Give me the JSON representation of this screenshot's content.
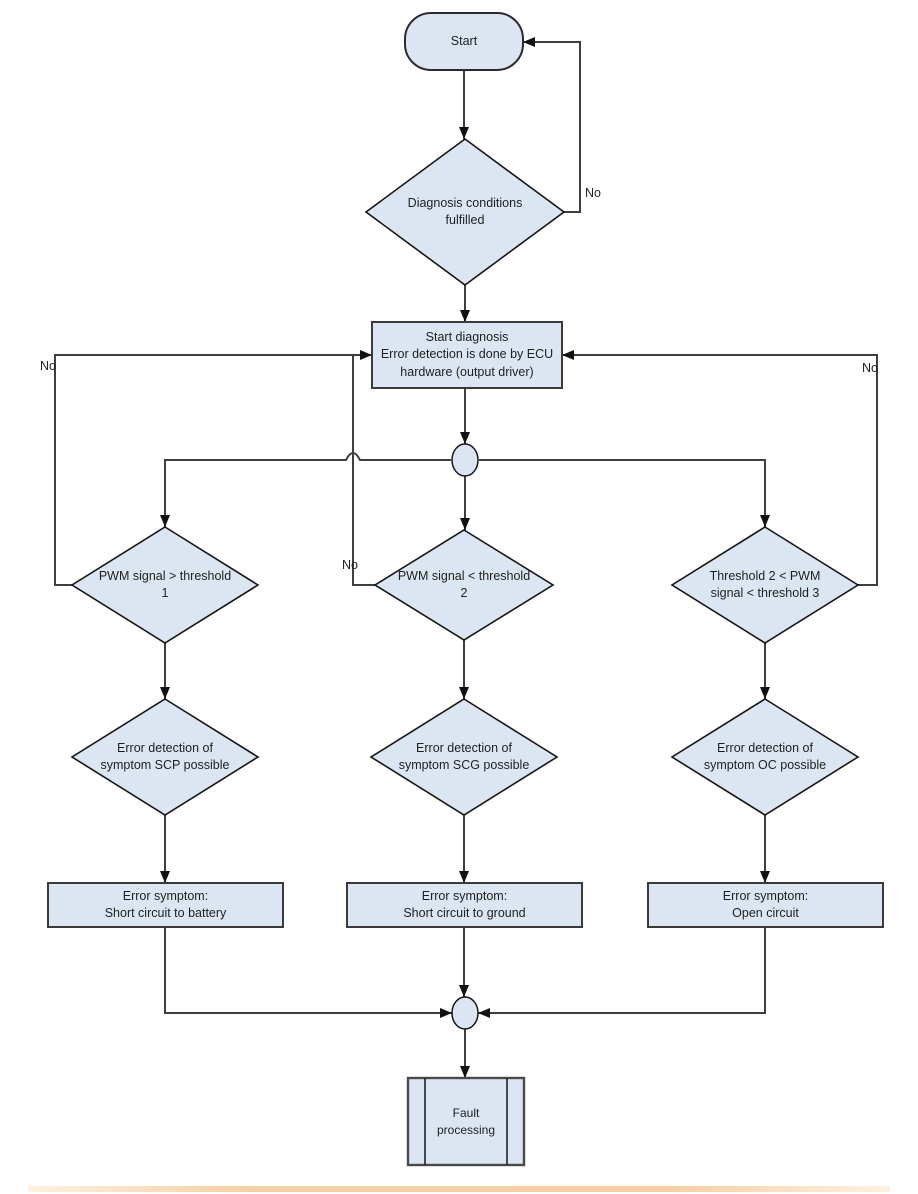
{
  "flowchart": {
    "nodes": {
      "start": "Start",
      "conditions": "Diagnosis conditions\nfulfilled",
      "start_diagnosis": "Start diagnosis\nError detection is done by ECU\nhardware (output driver)",
      "pwm_gt_t1": "PWM signal > threshold\n1",
      "pwm_lt_t2": "PWM signal < threshold\n2",
      "t2_pwm_t3": "Threshold 2 < PWM\nsignal < threshold 3",
      "scp": "Error detection of\nsymptom SCP possible",
      "scg": "Error detection of\nsymptom SCG possible",
      "oc": "Error detection of\nsymptom OC possible",
      "sym_battery": "Error symptom:\nShort circuit to battery",
      "sym_ground": "Error symptom:\nShort circuit to ground",
      "sym_open": "Error symptom:\nOpen circuit",
      "fault": "Fault\nprocessing"
    },
    "edge_labels": {
      "no_conditions": "No",
      "no_pwm1": "No",
      "no_pwm2": "No",
      "no_t3": "No"
    },
    "colors": {
      "node_fill": "#dce6f2",
      "node_stroke": "#2b2b2b",
      "edge_stroke": "#3f3f3f",
      "text": "#1f1f1f",
      "background": "#ffffff",
      "bottom_strip": "#f5c795"
    }
  }
}
